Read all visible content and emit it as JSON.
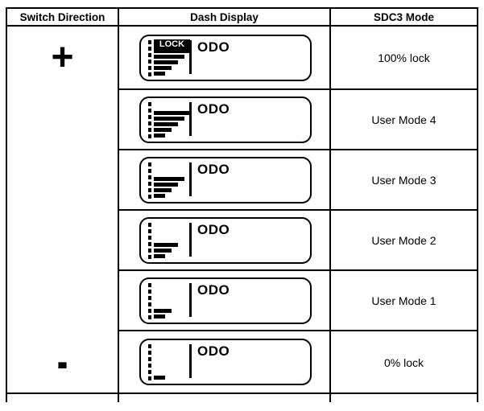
{
  "table": {
    "headers": [
      "Switch Direction",
      "Dash Display",
      "SDC3 Mode"
    ],
    "switch_directions": {
      "increase": "+",
      "decrease": "-"
    },
    "display": {
      "odo_label": "ODO",
      "lock_label": "LOCK"
    },
    "rows": [
      {
        "mode": "100% lock",
        "bars": 5,
        "lock_badge": true
      },
      {
        "mode": "User Mode 4",
        "bars": 5,
        "lock_badge": false
      },
      {
        "mode": "User Mode 3",
        "bars": 4,
        "lock_badge": false
      },
      {
        "mode": "User Mode 2",
        "bars": 3,
        "lock_badge": false
      },
      {
        "mode": "User Mode 1",
        "bars": 2,
        "lock_badge": false
      },
      {
        "mode": "0% lock",
        "bars": 1,
        "lock_badge": false
      }
    ],
    "colors": {
      "ink": "#000000",
      "paper": "#ffffff",
      "badge_bg": "#000000",
      "badge_text": "#ffffff"
    }
  }
}
